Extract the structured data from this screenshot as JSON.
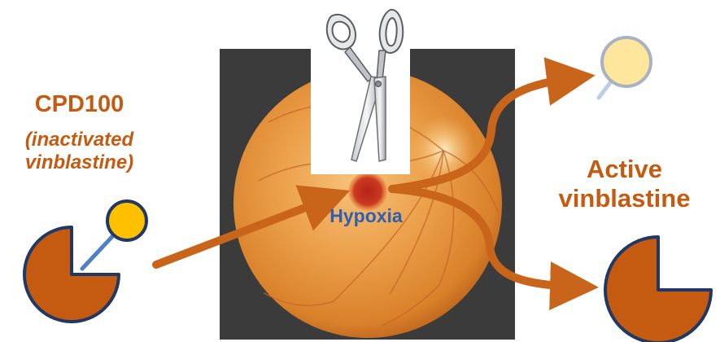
{
  "prodrug": {
    "name": "CPD100",
    "subtitle_line1": "(inactivated",
    "subtitle_line2": "vinblastine)"
  },
  "center": {
    "label": "Hypoxia"
  },
  "product": {
    "line1": "Active",
    "line2": "vinblastine"
  },
  "icons": {
    "cut": "scissors-icon",
    "drug": "pacman-drug-icon",
    "blocker": "lollipop-blocker-icon"
  },
  "colors": {
    "drug_orange": "#c55a11",
    "arrow_orange": "#c8651b",
    "outline_navy": "#1f3864",
    "cap_yellow": "#ffc000",
    "label_blue": "#2e5fb5",
    "lesion_red": "#c0301e",
    "backdrop": "#3b3b3b"
  }
}
